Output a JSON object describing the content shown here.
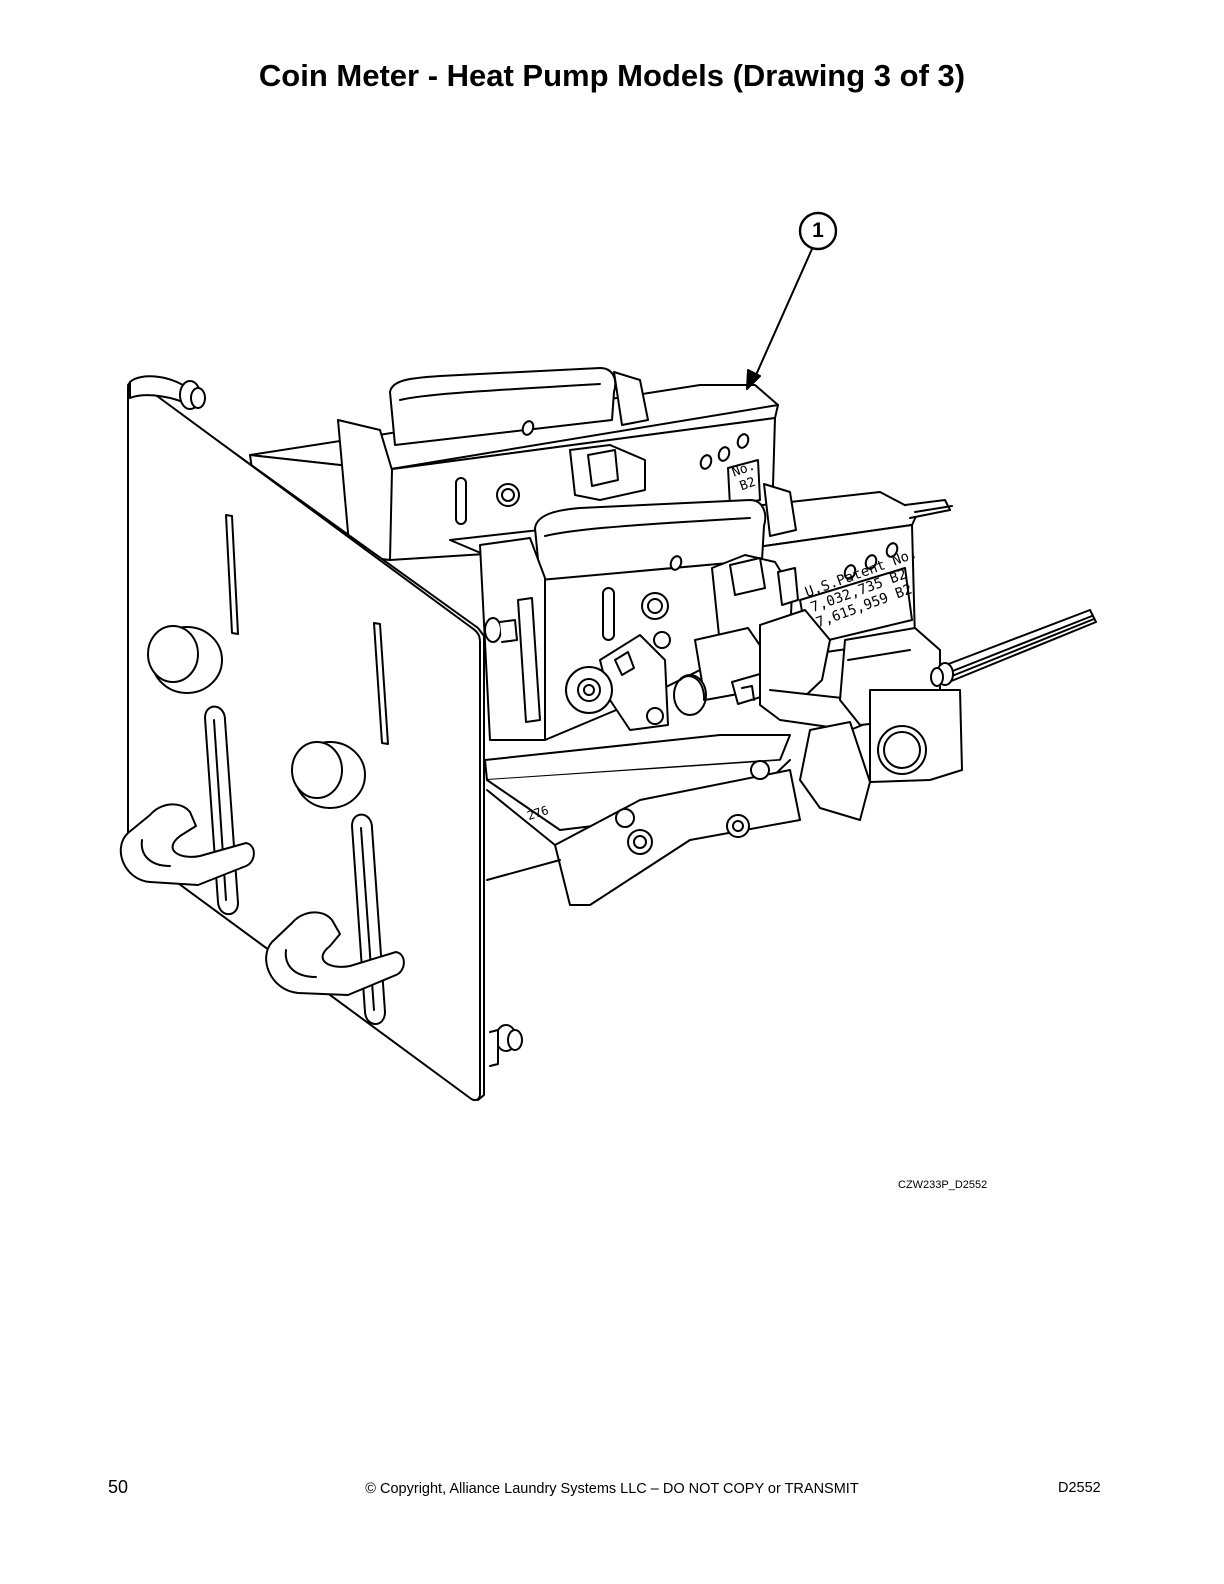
{
  "page": {
    "title": "Coin Meter - Heat Pump Models (Drawing 3 of 3)",
    "drawing_id": "CZW233P_D2552",
    "callouts": [
      "1"
    ],
    "part_markings": {
      "patent_label": "U.S.Patent",
      "patent_no_label": "No.",
      "patent_line_1": "7,032,735",
      "patent_line_1_suffix": "B2",
      "patent_line_2": "7,615,959",
      "patent_line_2_suffix": "B2",
      "rear_no_label": "No.",
      "rear_suffix": "B2",
      "side_number": "276"
    }
  },
  "footer": {
    "page_number": "50",
    "copyright": "© Copyright, Alliance Laundry Systems LLC – DO NOT COPY or TRANSMIT",
    "doc_code": "D2552"
  }
}
